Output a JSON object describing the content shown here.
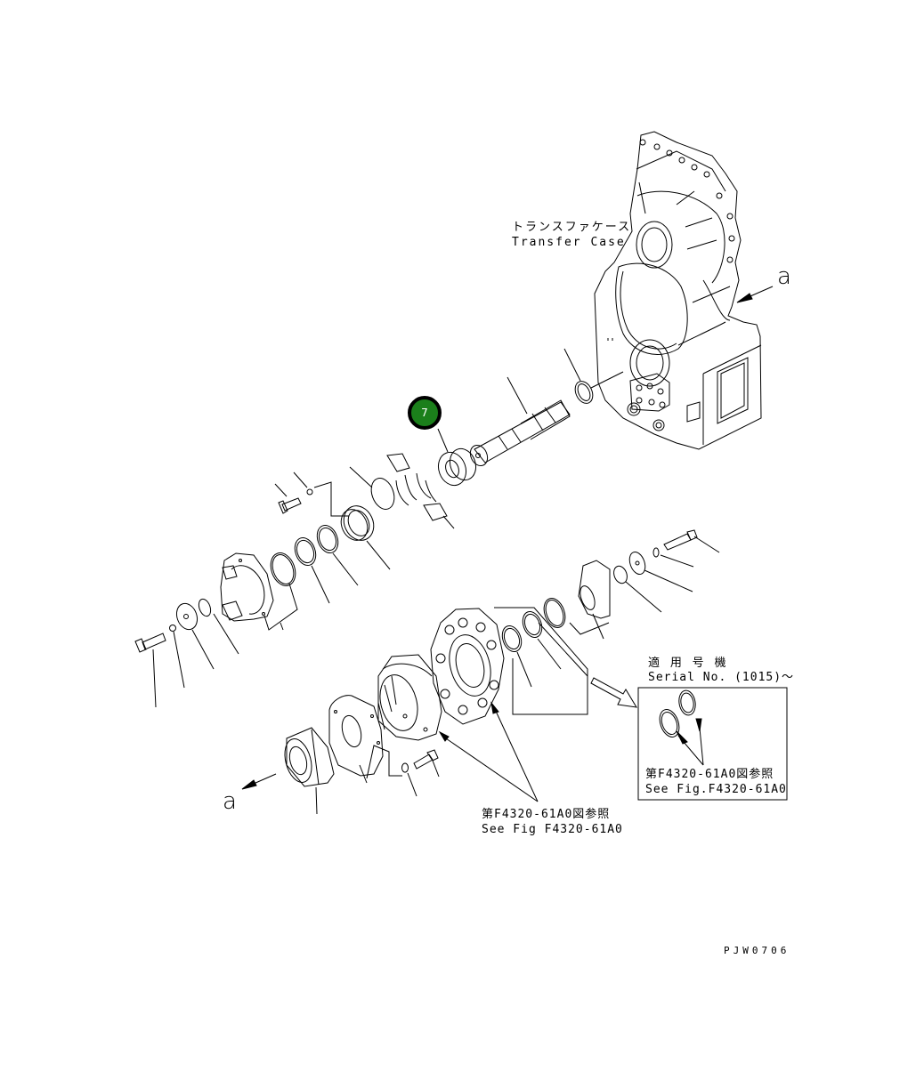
{
  "diagram": {
    "title_jp": "トランスファケース",
    "title_en": "Transfer Case",
    "view_marker_top": "a",
    "view_marker_bottom": "a",
    "callouts": [
      {
        "number": "7",
        "color": "#1b7f1b",
        "border": "#000000"
      }
    ],
    "serial_note": {
      "jp": "適 用 号 機",
      "en": "Serial No. (1015)～"
    },
    "ref_inset": {
      "jp": "第F4320-61A0図参照",
      "en": "See Fig.F4320-61A0"
    },
    "ref_main": {
      "jp": "第F4320-61A0図参照",
      "en": "See Fig F4320-61A0"
    },
    "drawing_id": "PJW0706"
  }
}
